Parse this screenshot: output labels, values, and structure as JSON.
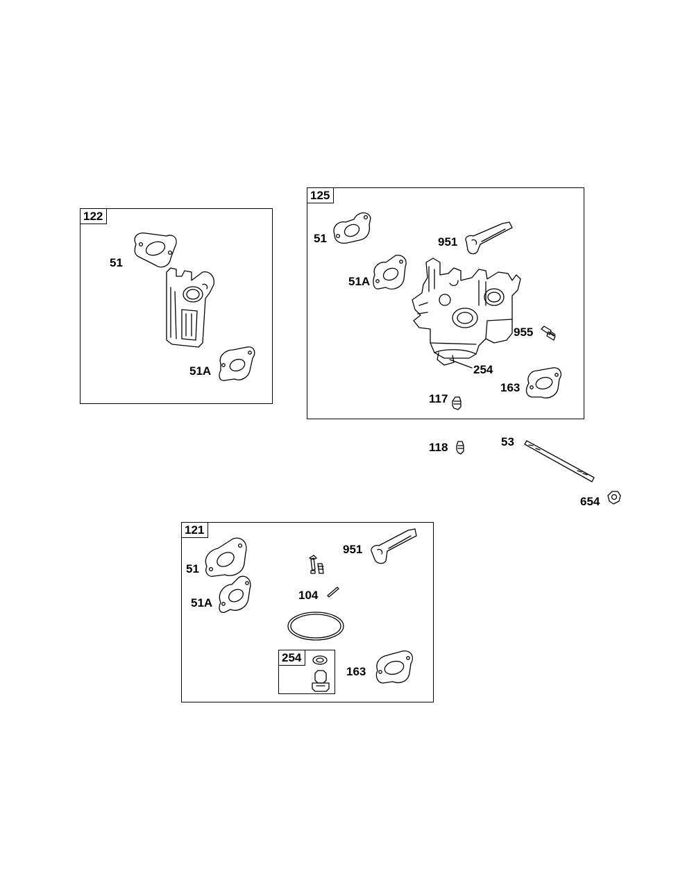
{
  "kits": [
    {
      "id": "122",
      "parts": [
        "51",
        "51A"
      ]
    },
    {
      "id": "125",
      "parts": [
        "51",
        "951",
        "51A",
        "955",
        "254",
        "163",
        "117"
      ]
    },
    {
      "id": "121",
      "parts": [
        "51",
        "951",
        "51A",
        "104",
        "163"
      ],
      "subkit": {
        "id": "254"
      }
    }
  ],
  "loose_parts": [
    "118",
    "53",
    "654"
  ]
}
